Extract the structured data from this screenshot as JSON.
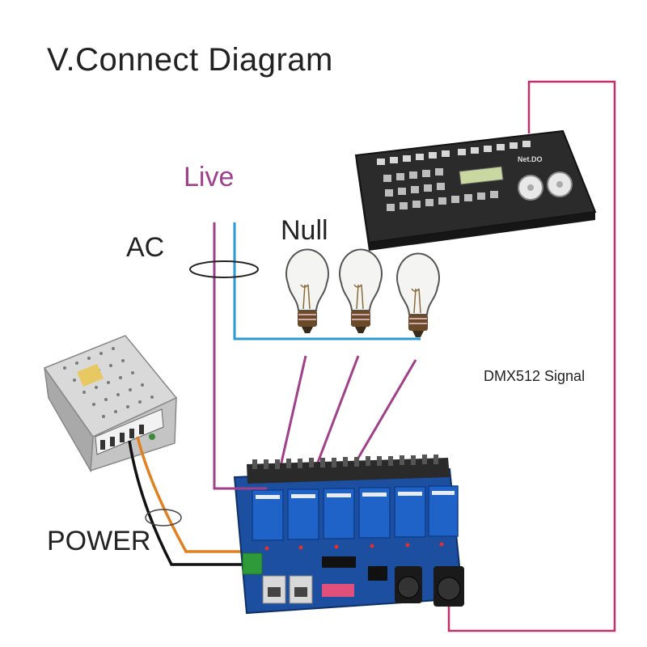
{
  "diagram": {
    "title": "V.Connect Diagram",
    "labels": {
      "live": "Live",
      "null": "Null",
      "ac": "AC",
      "power": "POWER",
      "dmx_signal": "DMX512 Signal"
    },
    "controller_brand": "Net.DO"
  },
  "colors": {
    "live_wire": "#a0408a",
    "null_wire": "#2a9ad6",
    "dmx_wire": "#c0306e",
    "power_positive": "#e08020",
    "power_negative": "#111111",
    "board": "#1c4fa0",
    "relay": "#1f63c8"
  },
  "icons": [
    "dmx-console-icon",
    "light-bulb-icon",
    "power-supply-icon",
    "relay-board-icon",
    "wire-clamp-icon"
  ]
}
